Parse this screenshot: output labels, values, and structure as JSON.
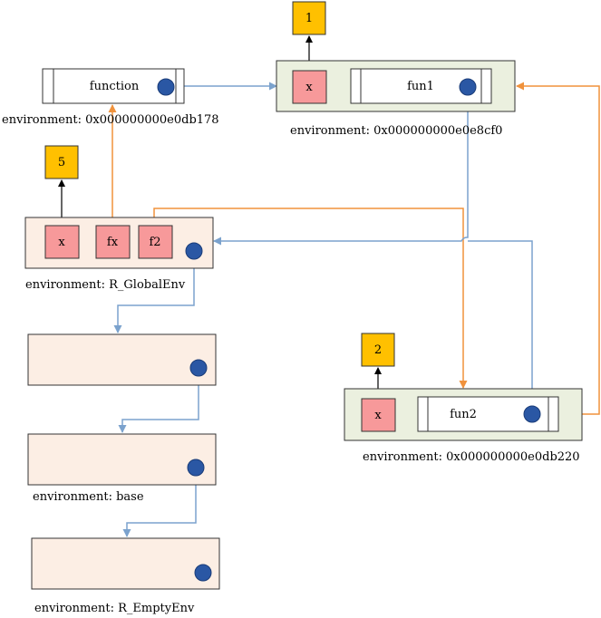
{
  "colors": {
    "env_fill": "#fceee4",
    "closure_env_fill": "#ebf0df",
    "box_border": "#333333",
    "var_fill": "#f7999a",
    "value_fill": "#ffc000",
    "dot_fill": "#2a57a4",
    "blue_arrow": "#7ba2cd",
    "orange_arrow": "#f0923c",
    "black_arrow": "#000000"
  },
  "function_obj": {
    "label": "function",
    "env_label": "environment: 0x000000000e0db178"
  },
  "fun1_env": {
    "var": "x",
    "value": "1",
    "fun_label": "fun1",
    "env_label": "environment: 0x000000000e0e8cf0"
  },
  "global_env": {
    "vars": [
      "x",
      "fx",
      "f2"
    ],
    "x_value": "5",
    "env_label": "environment: R_GlobalEnv"
  },
  "fun2_env": {
    "var": "x",
    "value": "2",
    "fun_label": "fun2",
    "env_label": "environment: 0x000000000e0db220"
  },
  "unnamed_env": {
    "env_label": ""
  },
  "base_env": {
    "env_label": "environment: base"
  },
  "empty_env": {
    "env_label": "environment: R_EmptyEnv"
  }
}
